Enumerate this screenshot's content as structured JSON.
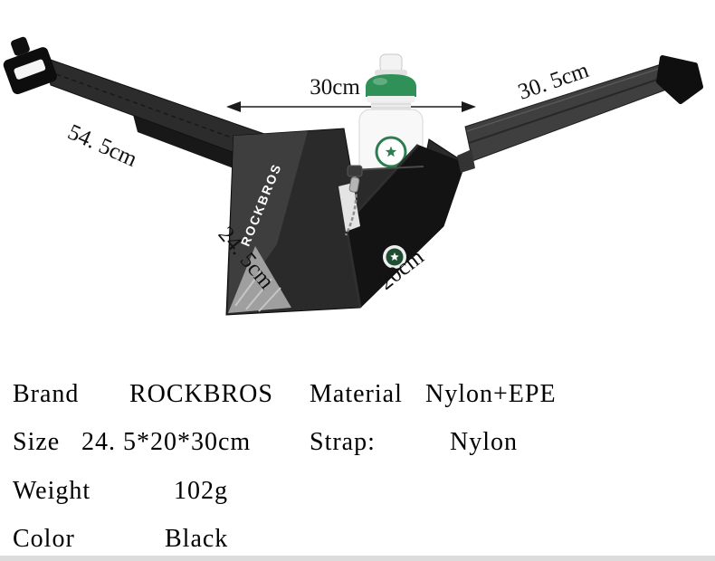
{
  "image": {
    "brand_on_bag": "ROCKBROS",
    "dim_top": "30cm",
    "dim_right_strap": "30. 5cm",
    "dim_left_strap": "54. 5cm",
    "dim_bag_left": "24. 5cm",
    "dim_bag_bottom": "20cm"
  },
  "specs": {
    "brand_label": "Brand",
    "brand_value": "ROCKBROS",
    "material_label": "Material",
    "material_value": "Nylon+EPE",
    "size_label": "Size",
    "size_value": "24. 5*20*30cm",
    "strap_label": "Strap:",
    "strap_value": "Nylon",
    "weight_label": "Weight",
    "weight_value": "102g",
    "color_label": "Color",
    "color_value": "Black"
  },
  "colors": {
    "cap_green": "#2f9158",
    "logo_green": "#2e7d4f",
    "bag_black": "#131313",
    "bag_gray": "#3e3e3e",
    "mesh_gray": "#9f9f9f",
    "strap_dark": "#2c2c2c",
    "strap_gray": "#3f3f3f"
  }
}
